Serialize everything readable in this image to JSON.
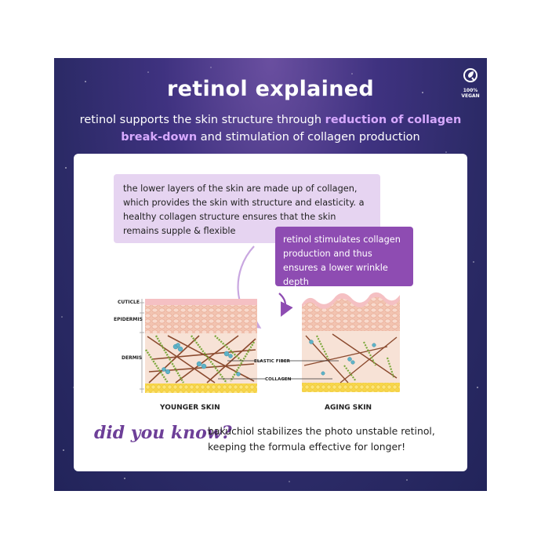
{
  "title": "retinol explained",
  "subtitle": {
    "part1": "retinol supports the skin structure through ",
    "highlight": "reduction of collagen break-down",
    "part2": " and stimulation of collagen production"
  },
  "badge": {
    "icon": "vegan-leaf-icon",
    "label": "100% VEGAN"
  },
  "bubble_collagen": "the lower layers of the skin are made up of collagen, which provides the skin with structure and elasticity. a healthy collagen structure ensures that the skin remains supple & flexible",
  "bubble_retinol": "retinol stimulates collagen production and thus ensures a lower wrinkle depth",
  "diagram": {
    "layers": {
      "cuticle": "CUTICLE",
      "epidermis": "EPIDERMIS",
      "dermis": "DERMIS"
    },
    "callouts": {
      "elastic_fiber": "ELASTIC FIBER",
      "collagen": "COLLAGEN"
    },
    "captions": {
      "younger": "YOUNGER SKIN",
      "aging": "AGING SKIN"
    }
  },
  "did_you_know": {
    "heading": "did you know?",
    "text": "bakuchiol stabilizes the photo unstable retinol, keeping the formula effective for longer!"
  },
  "colors": {
    "accent": "#8e4cb2",
    "bubble": "#e6d4f1",
    "highlight": "#d7a9ff",
    "background": "#2b2a66"
  }
}
